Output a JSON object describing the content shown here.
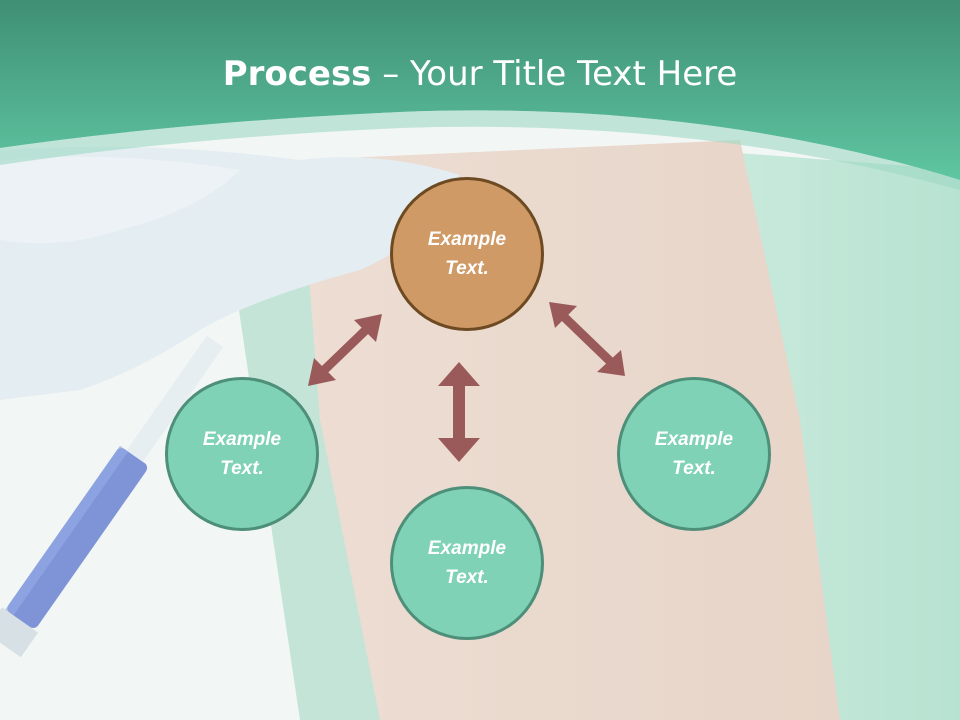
{
  "title": {
    "bold": "Process",
    "rest": " – Your Title Text Here"
  },
  "nodes": {
    "top": {
      "line1": "Example",
      "line2": "Text."
    },
    "left": {
      "line1": "Example",
      "line2": "Text."
    },
    "right": {
      "line1": "Example",
      "line2": "Text."
    },
    "bottom": {
      "line1": "Example",
      "line2": "Text."
    }
  },
  "colors": {
    "header": "#5cc39e",
    "node_green": "#7fd2b6",
    "node_brown": "#cf9a66",
    "arrow": "#9a5a5a"
  }
}
